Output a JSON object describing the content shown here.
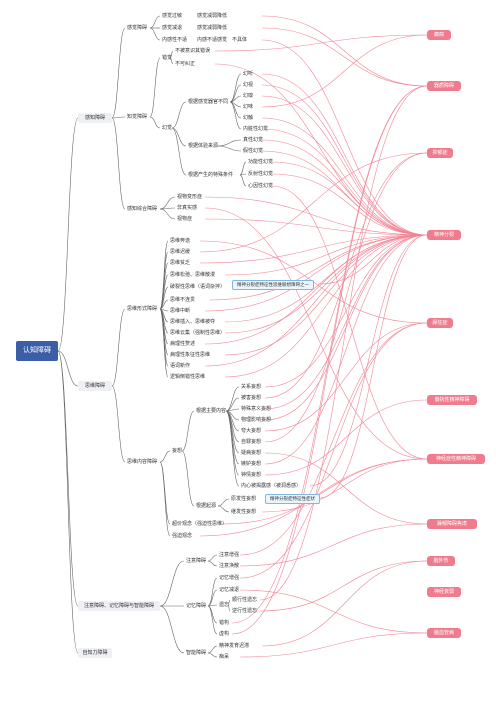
{
  "root": "认知障碍",
  "sections": [
    {
      "id": "perception",
      "label": "感知障碍"
    },
    {
      "id": "thinking",
      "label": "思维障碍"
    },
    {
      "id": "attention",
      "label": "注意障碍、记忆障碍与智能障碍"
    },
    {
      "id": "insight",
      "label": "自知力障碍"
    }
  ],
  "perception": {
    "sensation": "感觉障碍",
    "sensation_items": [
      {
        "a": "感觉过敏",
        "b": "感觉减弱降低"
      },
      {
        "a": "感觉减退",
        "b": "感觉减弱降低"
      },
      {
        "a": "内感性不适",
        "b": "内感不适感觉",
        "c": "不具体"
      }
    ],
    "perceptual": "知觉障碍",
    "illusion": "错觉",
    "illusion_items": [
      "不被意识其错误",
      "不可纠正"
    ],
    "hallucination": "幻觉",
    "by_sense": "根据感觉器官不同",
    "sense_items": [
      "幻听",
      "幻视",
      "幻嗅",
      "幻味",
      "幻触",
      "内脏性幻觉"
    ],
    "by_source": "根据体验来源",
    "source_items": [
      "真性幻觉",
      "假性幻觉"
    ],
    "by_condition": "根据产生的特殊条件",
    "condition_items": [
      "功能性幻觉",
      "反射性幻觉",
      "心因性幻觉"
    ],
    "synthesis": "感知综合障碍",
    "synthesis_items": [
      "视物变形症",
      "非真实感",
      "视物症"
    ]
  },
  "thinking": {
    "form": "思维形式障碍",
    "form_items": [
      "思维奔逸",
      "思维迟缓",
      "思维贫乏",
      "思维松弛、思维散漫",
      "破裂性思维（语词杂拌）",
      "思维不连贯",
      "思维中断",
      "思维插入、思维被夺",
      "思维云集（强制性思维）",
      "病理性赘述",
      "病理性象征性思维",
      "语词新作",
      "逻辑倒错性思维"
    ],
    "form_note": "精神分裂症特征性思维联想障碍之一",
    "content": "思维内容障碍",
    "delusion": "妄想",
    "by_theme": "根据主要内容",
    "theme_items": [
      "关系妄想",
      "被害妄想",
      "特殊意义妄想",
      "物理影响妄想",
      "夸大妄想",
      "自罪妄想",
      "疑病妄想",
      "嫉妒妄想",
      "钟情妄想",
      "内心被揭露感（被洞悉感）"
    ],
    "by_origin": "根据起源",
    "origin_items": [
      "原发性妄想",
      "继发性妄想"
    ],
    "origin_note": "精神分裂症特征性症状",
    "overvalued": "超价观念（强迫性思维）",
    "obsession": "强迫观念"
  },
  "memory": {
    "attention": "注意障碍",
    "attention_items": [
      "注意增强",
      "注意涣散"
    ],
    "memory": "记忆障碍",
    "memory_items": [
      "记忆增强",
      "记忆减退"
    ],
    "amnesia": "遗忘",
    "amnesia_items": [
      "顺行性遗忘",
      "逆行性遗忘"
    ],
    "paramnesia": [
      "错构",
      "虚构"
    ],
    "intelligence": "智能障碍",
    "intelligence_items": [
      "精神发育迟滞",
      "痴呆"
    ]
  },
  "disorders": [
    "癫痫",
    "器质障碍",
    "抑郁症",
    "精神分裂",
    "躁狂症",
    "偏执性精神障碍",
    "神经症性精神障碍",
    "躁郁障碍焦虑",
    "脑外伤",
    "神经衰弱",
    "脑血管病"
  ]
}
